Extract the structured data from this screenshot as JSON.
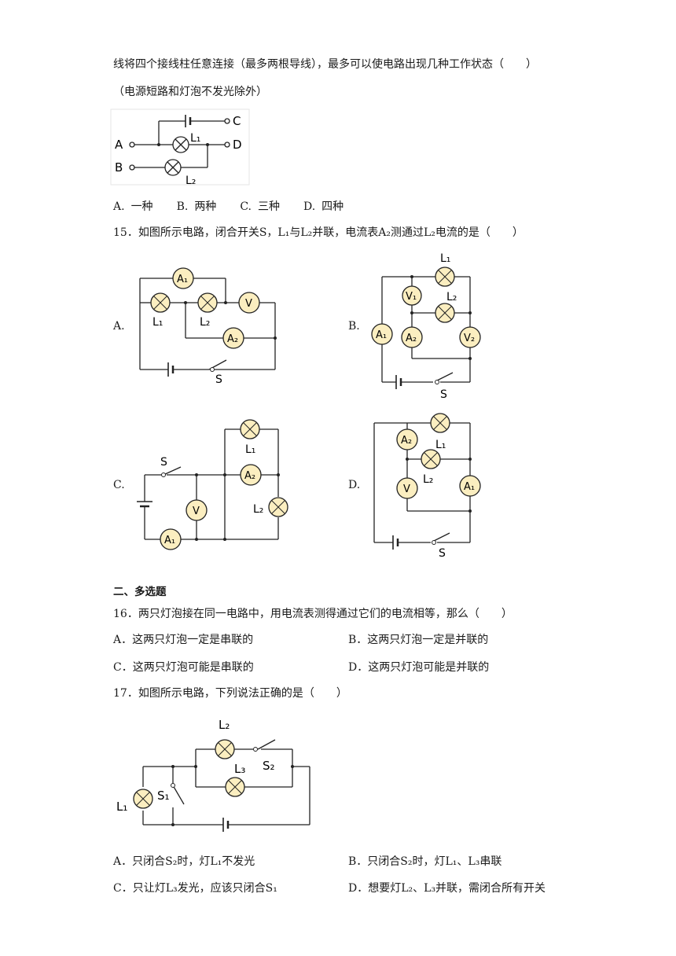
{
  "q14": {
    "text_line1": "线将四个接线柱任意连接（最多两根导线），最多可以使电路出现几种工作状态（　　）",
    "text_line2": "（电源短路和灯泡不发光除外）",
    "figure": {
      "A": "A",
      "B": "B",
      "C": "C",
      "D": "D",
      "L1": "L₁",
      "L2": "L₂"
    },
    "options": [
      {
        "key": "A.",
        "text": "一种"
      },
      {
        "key": "B.",
        "text": "两种"
      },
      {
        "key": "C.",
        "text": "三种"
      },
      {
        "key": "D.",
        "text": "四种"
      }
    ]
  },
  "q15": {
    "number": "15．",
    "text": "如图所示电路，闭合开关S，L₁与L₂并联，电流表A₂测通过L₂电流的是（　　）",
    "option_labels": {
      "A": "A.",
      "B": "B.",
      "C": "C.",
      "D": "D."
    }
  },
  "section2": {
    "title": "二、多选题"
  },
  "q16": {
    "number": "16．",
    "text": "两只灯泡接在同一电路中，用电流表测得通过它们的电流相等，那么（　　）",
    "options": [
      {
        "key": "A．",
        "text": "这两只灯泡一定是串联的"
      },
      {
        "key": "B．",
        "text": "这两只灯泡一定是并联的"
      },
      {
        "key": "C．",
        "text": "这两只灯泡可能是串联的"
      },
      {
        "key": "D．",
        "text": "这两只灯泡可能是并联的"
      }
    ]
  },
  "q17": {
    "number": "17．",
    "text": "如图所示电路，下列说法正确的是（　　）",
    "options": [
      {
        "key": "A．",
        "text": "只闭合S₂时，灯L₁不发光"
      },
      {
        "key": "B．",
        "text": "只闭合S₂时，灯L₁、L₃串联"
      },
      {
        "key": "C．",
        "text": "只让灯L₃发光，应该只闭合S₁"
      },
      {
        "key": "D．",
        "text": "想要灯L₂、L₃并联，需闭合所有开关"
      }
    ]
  },
  "circuit_labels": {
    "L1": "L₁",
    "L2": "L₂",
    "L3": "L₃",
    "A1": "A₁",
    "A2": "A₂",
    "V": "V",
    "V1": "V₁",
    "V2": "V₂",
    "S": "S",
    "S1": "S₁",
    "S2": "S₂"
  },
  "colors": {
    "meter_fill": "#fbeec0",
    "wire": "#222222"
  }
}
